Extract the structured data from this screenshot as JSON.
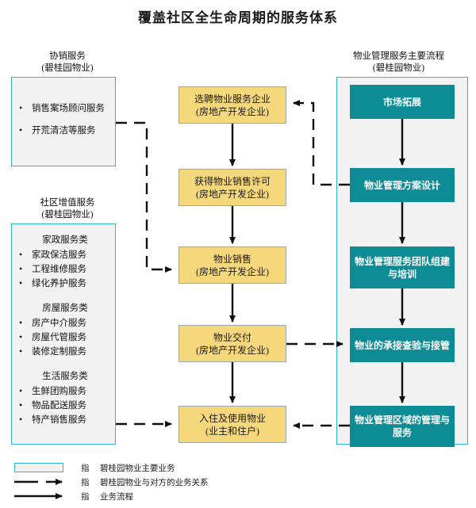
{
  "title": "覆盖社区全生命周期的服务体系",
  "columns": {
    "left_top": {
      "caption_line1": "协销服务",
      "caption_line2": "(碧桂园物业)",
      "items": [
        "销售案场顾问服务",
        "开荒清洁等服务"
      ]
    },
    "left_bottom": {
      "caption_line1": "社区增值服务",
      "caption_line2": "(碧桂园物业)",
      "groups": [
        {
          "heading": "家政服务类",
          "items": [
            "家政保洁服务",
            "工程维修服务",
            "绿化养护服务"
          ]
        },
        {
          "heading": "房屋服务类",
          "items": [
            "房产中介服务",
            "房屋代管服务",
            "装修定制服务"
          ]
        },
        {
          "heading": "生活服务类",
          "items": [
            "生鲜团购服务",
            "物品配送服务",
            "特产销售服务"
          ]
        }
      ]
    },
    "middle": {
      "nodes": [
        {
          "line1": "选聘物业服务企业",
          "line2": "(房地产开发企业)"
        },
        {
          "line1": "获得物业销售许可",
          "line2": "(房地产开发企业)"
        },
        {
          "line1": "物业销售",
          "line2": "(房地产开发企业)"
        },
        {
          "line1": "物业交付",
          "line2": "(房地产开发企业)"
        },
        {
          "line1": "入住及使用物业",
          "line2": "(业主和住户)"
        }
      ]
    },
    "right": {
      "caption_line1": "物业管理服务主要流程",
      "caption_line2": "(碧桂园物业)",
      "nodes": [
        {
          "line1": "市场拓展",
          "line2": ""
        },
        {
          "line1": "物业管理方案设计",
          "line2": ""
        },
        {
          "line1": "物业管理服务团队组建",
          "line2": "与培训"
        },
        {
          "line1": "物业的承接查验与接管",
          "line2": ""
        },
        {
          "line1": "物业管理区域的管理与",
          "line2": "服务"
        }
      ]
    }
  },
  "legend": {
    "rows": [
      {
        "key": "box-swatch",
        "zhi": "指",
        "text": "碧桂园物业主要业务"
      },
      {
        "key": "dashed-arrow",
        "zhi": "指",
        "text": "碧桂园物业与对方的业务关系"
      },
      {
        "key": "solid-arrow",
        "zhi": "指",
        "text": "业务流程"
      }
    ]
  },
  "colors": {
    "yellow_fill": "#f6d87c",
    "teal_fill": "#0e8c95",
    "panel_border": "#29b6dd",
    "panel_fill": "#f2f2f2",
    "arrow": "#111111"
  }
}
